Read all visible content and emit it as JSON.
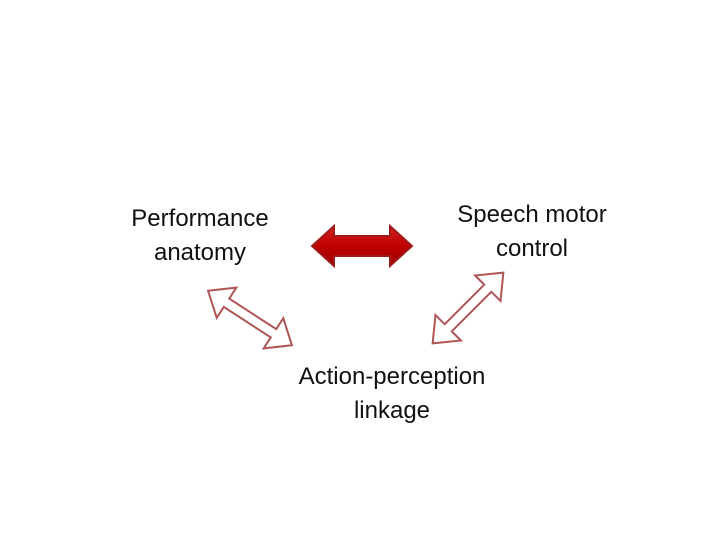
{
  "nodes": {
    "anatomy": {
      "line1": "Performance",
      "line2": "anatomy"
    },
    "motor": {
      "line1": "Speech motor",
      "line2": "control"
    },
    "action": {
      "line1": "Action-perception",
      "line2": "linkage"
    }
  },
  "arrows": {
    "anatomy_motor": {
      "style": "filled",
      "fill": "#c00000",
      "stroke": "#9e1b1b"
    },
    "anatomy_action": {
      "style": "outline",
      "fill": "#ffffff",
      "stroke": "#b05555"
    },
    "motor_action": {
      "style": "outline",
      "fill": "#ffffff",
      "stroke": "#b05555"
    }
  }
}
